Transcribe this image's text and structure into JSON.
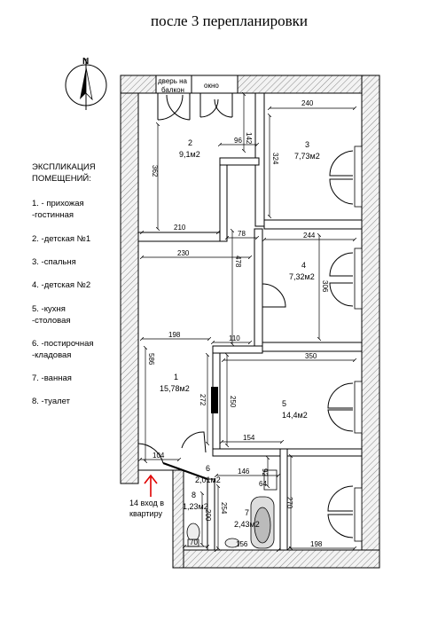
{
  "title": "после  3 перепланировки",
  "compass_label": "N",
  "legend": {
    "header_1": "ЭКСПЛИКАЦИЯ",
    "header_2": "ПОМЕЩЕНИЙ:",
    "items": [
      "1. - прихожая",
      "-гостинная",
      "2. -детская №1",
      "3. -спальня",
      "4. -детская №2",
      "5. -кухня",
      "-столовая",
      "6. -постирочная",
      "-кладовая",
      "7. -ванная",
      "8. -туалет"
    ]
  },
  "labels": {
    "balcony_door_1": "дверь на",
    "balcony_door_2": "балкон",
    "window": "окно",
    "entrance_1": "14 вход в",
    "entrance_2": "квартиру"
  },
  "rooms": [
    {
      "num": "1",
      "area": "15,78м2"
    },
    {
      "num": "2",
      "area": "9,1м2"
    },
    {
      "num": "3",
      "area": "7,73м2"
    },
    {
      "num": "4",
      "area": "7,32м2"
    },
    {
      "num": "5",
      "area": "14,4м2"
    },
    {
      "num": "6",
      "area": "2,01м2"
    },
    {
      "num": "7",
      "area": "2,43м2"
    },
    {
      "num": "8",
      "area": "1,23м2"
    }
  ],
  "dimensions": {
    "d240": "240",
    "d142": "142",
    "d96": "96",
    "d362": "362",
    "d324": "324",
    "d210": "210",
    "d78": "78",
    "d244": "244",
    "d230": "230",
    "d478": "478",
    "d306": "306",
    "d198a": "198",
    "d110": "110",
    "d350": "350",
    "d586": "586",
    "d272": "272",
    "d250": "250",
    "d154": "154",
    "d104": "104",
    "d146": "146",
    "d92": "92",
    "d64": "64",
    "d200": "200",
    "d254": "254",
    "d270": "270",
    "d70": "70",
    "d156": "156",
    "d198b": "198"
  },
  "colors": {
    "wall_hatch": "#8a8a8a",
    "wall_fill": "#f3f3f3",
    "entrance_arrow": "#e00000"
  }
}
